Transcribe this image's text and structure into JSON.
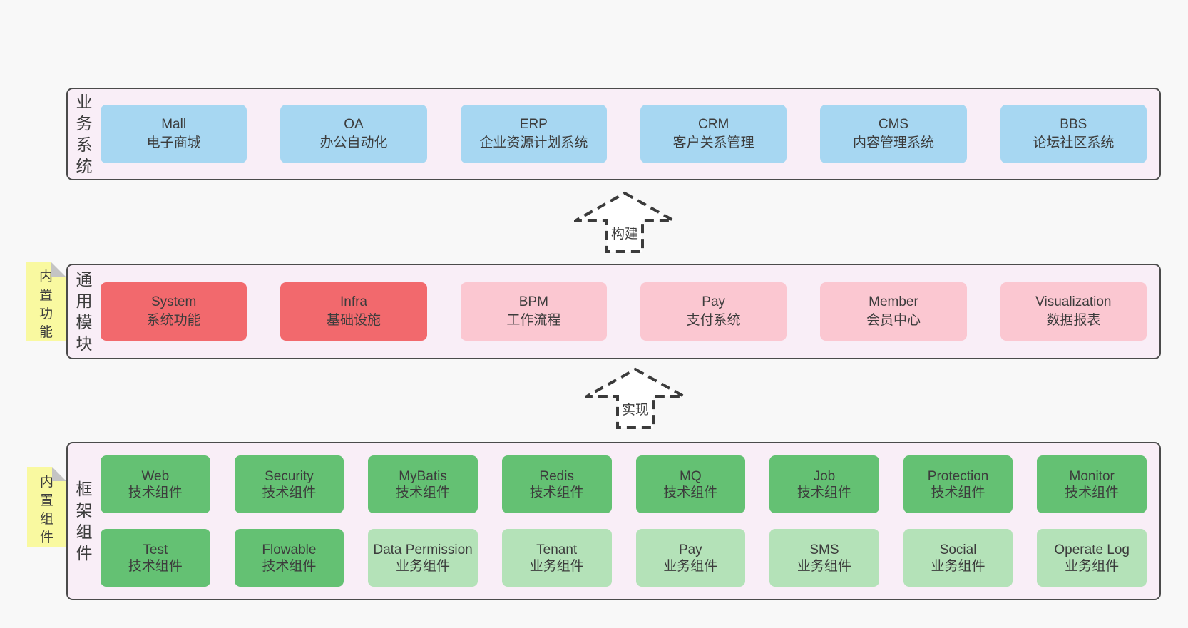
{
  "colors": {
    "page_bg": "#f8f8f8",
    "panel_bg": "#f9eef7",
    "panel_border": "#4b4b4b",
    "blue": "#a7d7f2",
    "red": "#f2696d",
    "pink": "#fbc7d1",
    "green": "#64c173",
    "light_green": "#b4e2b8",
    "note_bg": "#f9f9a0",
    "fold_gray": "#c4c4c4",
    "text": "#3c3c3c",
    "arrow": "#3b3b3b",
    "arrow_fill": "#ffffff"
  },
  "sections": {
    "business": {
      "label": "业务系统",
      "boxes": [
        {
          "title": "Mall",
          "subtitle": "电子商城",
          "variant": "blue"
        },
        {
          "title": "OA",
          "subtitle": "办公自动化",
          "variant": "blue"
        },
        {
          "title": "ERP",
          "subtitle": "企业资源计划系统",
          "variant": "blue"
        },
        {
          "title": "CRM",
          "subtitle": "客户关系管理",
          "variant": "blue"
        },
        {
          "title": "CMS",
          "subtitle": "内容管理系统",
          "variant": "blue"
        },
        {
          "title": "BBS",
          "subtitle": "论坛社区系统",
          "variant": "blue"
        }
      ]
    },
    "modules": {
      "label": "通用模块",
      "note": "内置功能",
      "boxes": [
        {
          "title": "System",
          "subtitle": "系统功能",
          "variant": "red"
        },
        {
          "title": "Infra",
          "subtitle": "基础设施",
          "variant": "red"
        },
        {
          "title": "BPM",
          "subtitle": "工作流程",
          "variant": "pink"
        },
        {
          "title": "Pay",
          "subtitle": "支付系统",
          "variant": "pink"
        },
        {
          "title": "Member",
          "subtitle": "会员中心",
          "variant": "pink"
        },
        {
          "title": "Visualization",
          "subtitle": "数据报表",
          "variant": "pink"
        }
      ]
    },
    "framework": {
      "label": "框架组件",
      "note": "内置组件",
      "boxes": [
        {
          "title": "Web",
          "subtitle": "技术组件",
          "variant": "green"
        },
        {
          "title": "Security",
          "subtitle": "技术组件",
          "variant": "green"
        },
        {
          "title": "MyBatis",
          "subtitle": "技术组件",
          "variant": "green"
        },
        {
          "title": "Redis",
          "subtitle": "技术组件",
          "variant": "green"
        },
        {
          "title": "MQ",
          "subtitle": "技术组件",
          "variant": "green"
        },
        {
          "title": "Job",
          "subtitle": "技术组件",
          "variant": "green"
        },
        {
          "title": "Protection",
          "subtitle": "技术组件",
          "variant": "green"
        },
        {
          "title": "Monitor",
          "subtitle": "技术组件",
          "variant": "green"
        },
        {
          "title": "Test",
          "subtitle": "技术组件",
          "variant": "green"
        },
        {
          "title": "Flowable",
          "subtitle": "技术组件",
          "variant": "green"
        },
        {
          "title": "Data Permission",
          "subtitle": "业务组件",
          "variant": "lightgreen"
        },
        {
          "title": "Tenant",
          "subtitle": "业务组件",
          "variant": "lightgreen"
        },
        {
          "title": "Pay",
          "subtitle": "业务组件",
          "variant": "lightgreen"
        },
        {
          "title": "SMS",
          "subtitle": "业务组件",
          "variant": "lightgreen"
        },
        {
          "title": "Social",
          "subtitle": "业务组件",
          "variant": "lightgreen"
        },
        {
          "title": "Operate Log",
          "subtitle": "业务组件",
          "variant": "lightgreen"
        }
      ]
    }
  },
  "arrows": [
    {
      "label": "构建"
    },
    {
      "label": "实现"
    }
  ]
}
